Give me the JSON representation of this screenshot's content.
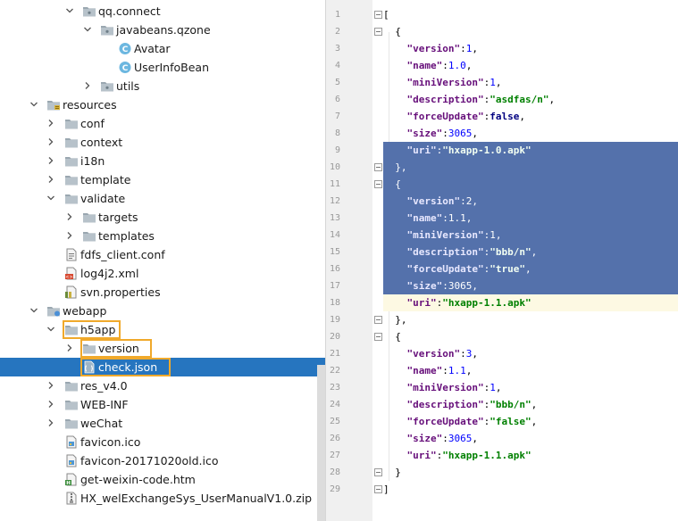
{
  "colors": {
    "selection_bg": "#2675bf",
    "highlight_box": "#f0a92b",
    "editor_selection": "#5471ab",
    "current_line": "#fdf9e3",
    "json_key": "#660e7a",
    "json_string": "#008000",
    "json_number": "#0000ff",
    "json_keyword": "#000080"
  },
  "tree": {
    "items": [
      {
        "label": "qq.connect",
        "depth": 3,
        "icon": "package-icon",
        "arrow": "expanded"
      },
      {
        "label": "javabeans.qzone",
        "depth": 4,
        "icon": "package-icon",
        "arrow": "expanded"
      },
      {
        "label": "Avatar",
        "depth": 5,
        "icon": "class-icon",
        "arrow": "none"
      },
      {
        "label": "UserInfoBean",
        "depth": 5,
        "icon": "class-icon",
        "arrow": "none"
      },
      {
        "label": "utils",
        "depth": 4,
        "icon": "package-icon",
        "arrow": "collapsed"
      },
      {
        "label": "resources",
        "depth": 1,
        "icon": "resources-folder-icon",
        "arrow": "expanded"
      },
      {
        "label": "conf",
        "depth": 2,
        "icon": "folder-icon",
        "arrow": "collapsed"
      },
      {
        "label": "context",
        "depth": 2,
        "icon": "folder-icon",
        "arrow": "collapsed"
      },
      {
        "label": "i18n",
        "depth": 2,
        "icon": "folder-icon",
        "arrow": "collapsed"
      },
      {
        "label": "template",
        "depth": 2,
        "icon": "folder-icon",
        "arrow": "collapsed"
      },
      {
        "label": "validate",
        "depth": 2,
        "icon": "folder-icon",
        "arrow": "expanded"
      },
      {
        "label": "targets",
        "depth": 3,
        "icon": "folder-icon",
        "arrow": "collapsed"
      },
      {
        "label": "templates",
        "depth": 3,
        "icon": "folder-icon",
        "arrow": "collapsed"
      },
      {
        "label": "fdfs_client.conf",
        "depth": 2,
        "icon": "text-file-icon",
        "arrow": "none"
      },
      {
        "label": "log4j2.xml",
        "depth": 2,
        "icon": "xml-file-icon",
        "arrow": "none"
      },
      {
        "label": "svn.properties",
        "depth": 2,
        "icon": "properties-file-icon",
        "arrow": "none"
      },
      {
        "label": "webapp",
        "depth": 1,
        "icon": "web-folder-icon",
        "arrow": "expanded"
      },
      {
        "label": "h5app",
        "depth": 2,
        "icon": "folder-icon",
        "arrow": "expanded"
      },
      {
        "label": "version",
        "depth": 3,
        "icon": "folder-icon",
        "arrow": "collapsed"
      },
      {
        "label": "check.json",
        "depth": 3,
        "icon": "json-file-icon",
        "arrow": "none"
      },
      {
        "label": "res_v4.0",
        "depth": 2,
        "icon": "folder-icon",
        "arrow": "collapsed"
      },
      {
        "label": "WEB-INF",
        "depth": 2,
        "icon": "folder-icon",
        "arrow": "collapsed"
      },
      {
        "label": "weChat",
        "depth": 2,
        "icon": "folder-icon",
        "arrow": "collapsed"
      },
      {
        "label": "favicon.ico",
        "depth": 2,
        "icon": "image-file-icon",
        "arrow": "none"
      },
      {
        "label": "favicon-20171020old.ico",
        "depth": 2,
        "icon": "image-file-icon",
        "arrow": "none"
      },
      {
        "label": "get-weixin-code.htm",
        "depth": 2,
        "icon": "html-file-icon",
        "arrow": "none"
      },
      {
        "label": "HX_welExchangeSys_UserManualV1.0.zip",
        "depth": 2,
        "icon": "archive-file-icon",
        "arrow": "none"
      }
    ],
    "selected_label": "check.json",
    "boxed_labels": [
      "h5app",
      "version",
      "check.json"
    ]
  },
  "editor": {
    "selection_lines": [
      9,
      17
    ],
    "current_line": 18,
    "lines": [
      [
        [
          "p",
          "["
        ]
      ],
      [
        [
          "p",
          "  {"
        ]
      ],
      [
        [
          "p",
          "    "
        ],
        [
          "k",
          "\"version\""
        ],
        [
          "p",
          ":"
        ],
        [
          "n",
          "1"
        ],
        [
          "p",
          ","
        ]
      ],
      [
        [
          "p",
          "    "
        ],
        [
          "k",
          "\"name\""
        ],
        [
          "p",
          ":"
        ],
        [
          "n",
          "1.0"
        ],
        [
          "p",
          ","
        ]
      ],
      [
        [
          "p",
          "    "
        ],
        [
          "k",
          "\"miniVersion\""
        ],
        [
          "p",
          ":"
        ],
        [
          "n",
          "1"
        ],
        [
          "p",
          ","
        ]
      ],
      [
        [
          "p",
          "    "
        ],
        [
          "k",
          "\"description\""
        ],
        [
          "p",
          ":"
        ],
        [
          "s",
          "\"asdfas/n\""
        ],
        [
          "p",
          ","
        ]
      ],
      [
        [
          "p",
          "    "
        ],
        [
          "k",
          "\"forceUpdate\""
        ],
        [
          "p",
          ":"
        ],
        [
          "kw",
          "false"
        ],
        [
          "p",
          ","
        ]
      ],
      [
        [
          "p",
          "    "
        ],
        [
          "k",
          "\"size\""
        ],
        [
          "p",
          ":"
        ],
        [
          "n",
          "3065"
        ],
        [
          "p",
          ","
        ]
      ],
      [
        [
          "p",
          "    "
        ],
        [
          "k",
          "\"uri\""
        ],
        [
          "p",
          ":"
        ],
        [
          "s",
          "\"hxapp-1.0.apk\""
        ]
      ],
      [
        [
          "p",
          "  },"
        ]
      ],
      [
        [
          "p",
          "  {"
        ]
      ],
      [
        [
          "p",
          "    "
        ],
        [
          "k",
          "\"version\""
        ],
        [
          "p",
          ":"
        ],
        [
          "n",
          "2"
        ],
        [
          "p",
          ","
        ]
      ],
      [
        [
          "p",
          "    "
        ],
        [
          "k",
          "\"name\""
        ],
        [
          "p",
          ":"
        ],
        [
          "n",
          "1.1"
        ],
        [
          "p",
          ","
        ]
      ],
      [
        [
          "p",
          "    "
        ],
        [
          "k",
          "\"miniVersion\""
        ],
        [
          "p",
          ":"
        ],
        [
          "n",
          "1"
        ],
        [
          "p",
          ","
        ]
      ],
      [
        [
          "p",
          "    "
        ],
        [
          "k",
          "\"description\""
        ],
        [
          "p",
          ":"
        ],
        [
          "s",
          "\"bbb/n\""
        ],
        [
          "p",
          ","
        ]
      ],
      [
        [
          "p",
          "    "
        ],
        [
          "k",
          "\"forceUpdate\""
        ],
        [
          "p",
          ":"
        ],
        [
          "s",
          "\"true\""
        ],
        [
          "p",
          ","
        ]
      ],
      [
        [
          "p",
          "    "
        ],
        [
          "k",
          "\"size\""
        ],
        [
          "p",
          ":"
        ],
        [
          "n",
          "3065"
        ],
        [
          "p",
          ","
        ]
      ],
      [
        [
          "p",
          "    "
        ],
        [
          "k",
          "\"uri\""
        ],
        [
          "p",
          ":"
        ],
        [
          "s",
          "\"hxapp-1.1.apk\""
        ]
      ],
      [
        [
          "p",
          "  },"
        ]
      ],
      [
        [
          "p",
          "  {"
        ]
      ],
      [
        [
          "p",
          "    "
        ],
        [
          "k",
          "\"version\""
        ],
        [
          "p",
          ":"
        ],
        [
          "n",
          "3"
        ],
        [
          "p",
          ","
        ]
      ],
      [
        [
          "p",
          "    "
        ],
        [
          "k",
          "\"name\""
        ],
        [
          "p",
          ":"
        ],
        [
          "n",
          "1.1"
        ],
        [
          "p",
          ","
        ]
      ],
      [
        [
          "p",
          "    "
        ],
        [
          "k",
          "\"miniVersion\""
        ],
        [
          "p",
          ":"
        ],
        [
          "n",
          "1"
        ],
        [
          "p",
          ","
        ]
      ],
      [
        [
          "p",
          "    "
        ],
        [
          "k",
          "\"description\""
        ],
        [
          "p",
          ":"
        ],
        [
          "s",
          "\"bbb/n\""
        ],
        [
          "p",
          ","
        ]
      ],
      [
        [
          "p",
          "    "
        ],
        [
          "k",
          "\"forceUpdate\""
        ],
        [
          "p",
          ":"
        ],
        [
          "s",
          "\"false\""
        ],
        [
          "p",
          ","
        ]
      ],
      [
        [
          "p",
          "    "
        ],
        [
          "k",
          "\"size\""
        ],
        [
          "p",
          ":"
        ],
        [
          "n",
          "3065"
        ],
        [
          "p",
          ","
        ]
      ],
      [
        [
          "p",
          "    "
        ],
        [
          "k",
          "\"uri\""
        ],
        [
          "p",
          ":"
        ],
        [
          "s",
          "\"hxapp-1.1.apk\""
        ]
      ],
      [
        [
          "p",
          "  }"
        ]
      ],
      [
        [
          "p",
          "]"
        ]
      ]
    ]
  }
}
